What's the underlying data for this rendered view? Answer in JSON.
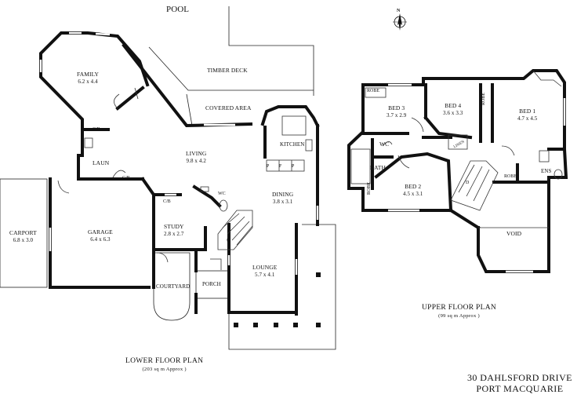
{
  "labels": {
    "pool": "POOL",
    "timber_deck": "TIMBER DECK",
    "covered_area": "COVERED AREA",
    "family": {
      "name": "FAMILY",
      "size": "6.2 x 4.4"
    },
    "kitchen": "KITCHEN",
    "living": {
      "name": "LIVING",
      "size": "9.8 x 4.2"
    },
    "laun": "LAUN",
    "cb_1": "C/B",
    "cb_2": "C/B",
    "cb_3": "C/B",
    "wc_lower": "WC",
    "dining": {
      "name": "DINING",
      "size": "3.8 x 3.1"
    },
    "carport": {
      "name": "CARPORT",
      "size": "6.8 x 3.0"
    },
    "garage": {
      "name": "GARAGE",
      "size": "6.4 x 6.3"
    },
    "study": {
      "name": "STUDY",
      "size": "2.8 x 2.7"
    },
    "lounge": {
      "name": "LOUNGE",
      "size": "5.7 x 4.1"
    },
    "courtyard": "COURTYARD",
    "porch": "PORCH",
    "pantry": [
      "P",
      "F",
      "P"
    ],
    "stair_lower": "U",
    "robe_1": "ROBE",
    "robe_2": "ROBE",
    "robe_3": "ROBE",
    "robe_4": "ROBE",
    "linen": "LINEN",
    "bed3": {
      "name": "BED 3",
      "size": "3.7 x 2.9"
    },
    "bed4": {
      "name": "BED 4",
      "size": "3.6 x 3.3"
    },
    "bed1": {
      "name": "BED 1",
      "size": "4.7 x 4.5"
    },
    "wc_upper": "WC",
    "bath": "BATH",
    "bed2": {
      "name": "BED 2",
      "size": "4.5 x 3.1"
    },
    "ens": "ENS",
    "void": "VOID",
    "stair_upper": "D"
  },
  "captions": {
    "lower_title": "LOWER FLOOR PLAN",
    "lower_area": "(203 sq m Approx )",
    "upper_title": "UPPER FLOOR PLAN",
    "upper_area": "(99 sq m Approx )"
  },
  "address": {
    "line1": "30 DAHLSFORD DRIVE",
    "line2": "PORT MACQUARIE"
  },
  "compass": {
    "letter": "N"
  }
}
